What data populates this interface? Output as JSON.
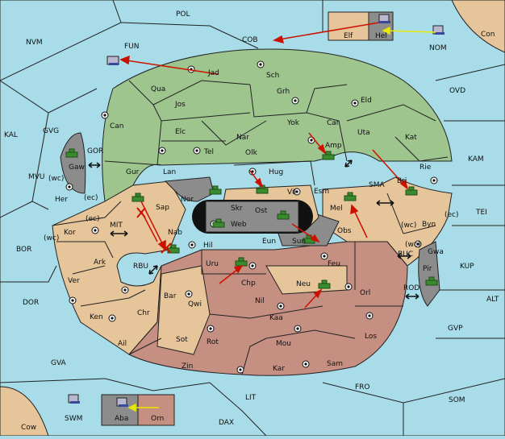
{
  "board": {
    "colors": {
      "sea": "#a8dce8",
      "green_power": "#9ec58e",
      "tan_power": "#e6c59a",
      "rose_power": "#c58f82",
      "gray_power": "#8c8c8c",
      "move_arrow": "#cc1100",
      "support_arrow": "#e8e800",
      "unit_green": "#3a8a2e"
    },
    "sea_labels": [
      "POL",
      "NVM",
      "FUN",
      "COB",
      "NOM",
      "Con",
      "OVD",
      "KAL",
      "GVG",
      "GOR",
      "KAM",
      "MVU",
      "MIT",
      "SMA",
      "TEI",
      "BOR",
      "RBU",
      "BUC",
      "KUP",
      "DOR",
      "ROD",
      "ALT",
      "GVP",
      "GVA",
      "FRO",
      "SOM",
      "LIT",
      "SWM",
      "DAX",
      "Cow"
    ],
    "green_labels": [
      "Jad",
      "Sch",
      "Qua",
      "Jos",
      "Grh",
      "Eld",
      "Can",
      "Yok",
      "Car",
      "Elc",
      "Nar",
      "Uta",
      "Kat",
      "Tel",
      "Olk",
      "Amp",
      "Gur",
      "Lan",
      "Hug",
      "Rie",
      "Vil",
      "Esm",
      "Bri"
    ],
    "tan_labels": [
      "Elf",
      "Gaw",
      "Her",
      "Kor",
      "Ark",
      "Ver",
      "Sap",
      "Nab",
      "Hil",
      "Eun",
      "Obs",
      "Mel",
      "Byn",
      "Gwa",
      "Ken",
      "Chr",
      "Bar",
      "Qwi",
      "Sot",
      "Feu",
      "Neu",
      "Orl",
      "Nil",
      "Orn"
    ],
    "rose_labels": [
      "Uru",
      "Chp",
      "Kaa",
      "Ail",
      "Rot",
      "Mou",
      "Los",
      "Zin",
      "Kar",
      "Sam"
    ],
    "gray_labels": [
      "Hel",
      "Nor",
      "Skr",
      "Ost",
      "Web",
      "Sun",
      "Pir",
      "Aba"
    ],
    "coast_labels": [
      "(wc)",
      "(ec)",
      "(ec)",
      "(wc)",
      "(wc)",
      "(ec)",
      "(wc)"
    ],
    "crossing_icons": [
      "double-arrow",
      "double-arrow",
      "double-arrow",
      "double-arrow",
      "double-arrow",
      "double-arrow",
      "double-arrow"
    ]
  }
}
